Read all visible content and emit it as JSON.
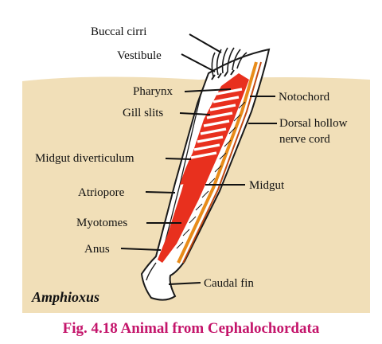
{
  "species_name": "Amphioxus",
  "caption": "Fig. 4.18 Animal from Cephalochordata",
  "labels": {
    "buccal_cirri": "Buccal cirri",
    "vestibule": "Vestibule",
    "pharynx": "Pharynx",
    "gill_slits": "Gill slits",
    "notochord": "Notochord",
    "dorsal_hollow_1": "Dorsal hollow",
    "dorsal_hollow_2": "nerve cord",
    "midgut_diverticulum": "Midgut diverticulum",
    "atriopore": "Atriopore",
    "midgut": "Midgut",
    "myotomes": "Myotomes",
    "anus": "Anus",
    "caudal_fin": "Caudal fin"
  },
  "colors": {
    "sand": "#f1dfb8",
    "body": "#ffffff",
    "gut": "#e8301e",
    "notochord": "#e88c1a",
    "nerve_cord": "#c24a12",
    "outline": "#1a1a1a",
    "caption": "#c4156b"
  }
}
